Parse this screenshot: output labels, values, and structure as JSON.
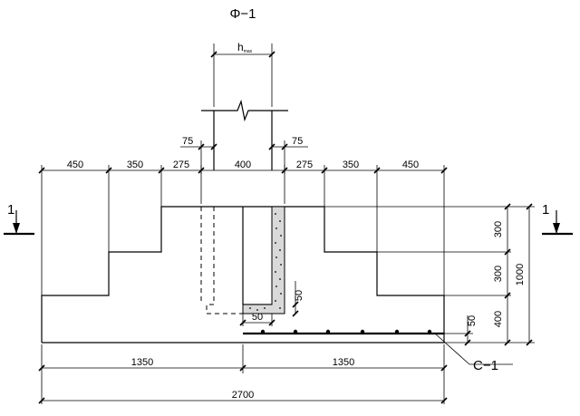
{
  "title": "Φ−1",
  "labels": {
    "hmax": "h",
    "hmax_sub": "max",
    "section_left": "1",
    "section_right": "1",
    "callout": "C−1"
  },
  "dims_top": {
    "left": [
      "450",
      "350",
      "275",
      "400",
      "275",
      "350",
      "450"
    ],
    "cover_left": "75",
    "cover_right": "75"
  },
  "dims_right": {
    "steps": [
      "300",
      "300",
      "400"
    ],
    "total": "1000",
    "cover": "50"
  },
  "dims_inner": {
    "v": "50",
    "h": "50"
  },
  "dims_bottom": {
    "half_left": "1350",
    "half_right": "1350",
    "total": "2700"
  }
}
